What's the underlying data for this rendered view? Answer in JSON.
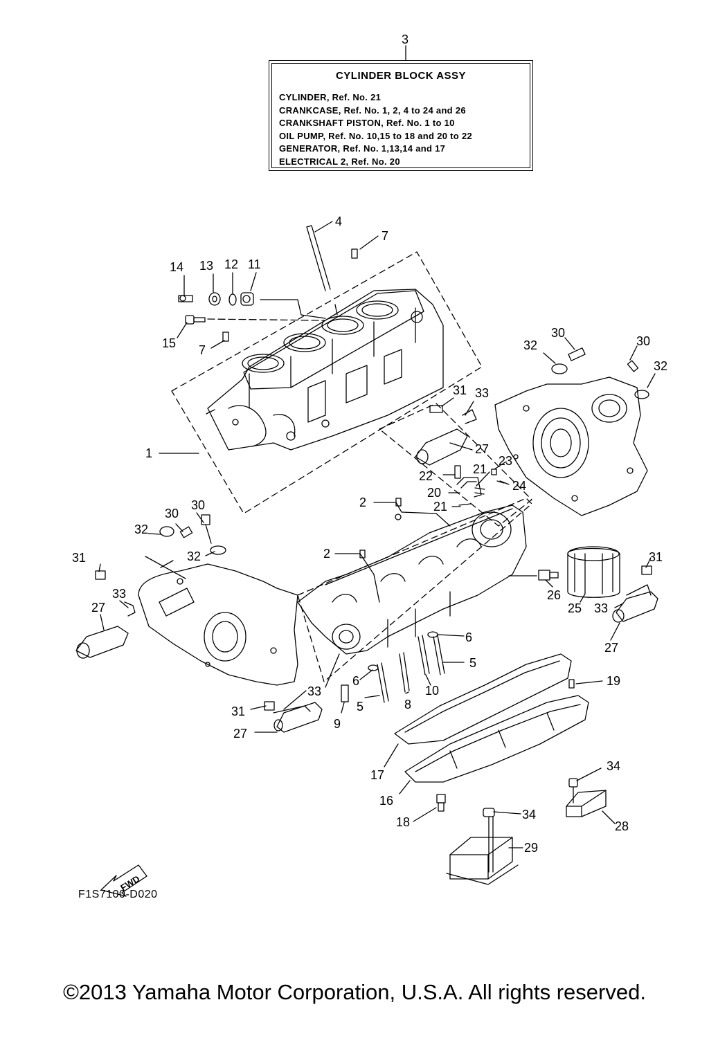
{
  "diagram": {
    "legend": {
      "ref": "3",
      "title": "CYLINDER BLOCK ASSY",
      "lines": [
        "CYLINDER, Ref. No. 21",
        "CRANKCASE, Ref. No. 1, 2, 4 to 24 and 26",
        "CRANKSHAFT PISTON, Ref. No. 1 to 10",
        "OIL PUMP, Ref. No. 10,15 to 18 and 20 to 22",
        "GENERATOR, Ref. No. 1,13,14 and 17",
        "ELECTRICAL 2, Ref. No. 20"
      ]
    },
    "callouts": [
      {
        "id": "c4",
        "text": "4"
      },
      {
        "id": "c7a",
        "text": "7"
      },
      {
        "id": "c14",
        "text": "14"
      },
      {
        "id": "c13",
        "text": "13"
      },
      {
        "id": "c12",
        "text": "12"
      },
      {
        "id": "c11",
        "text": "11"
      },
      {
        "id": "c15",
        "text": "15"
      },
      {
        "id": "c7b",
        "text": "7"
      },
      {
        "id": "c30a",
        "text": "30"
      },
      {
        "id": "c32a",
        "text": "32"
      },
      {
        "id": "c30b",
        "text": "30"
      },
      {
        "id": "c32b",
        "text": "32"
      },
      {
        "id": "c31a",
        "text": "31"
      },
      {
        "id": "c33a",
        "text": "33"
      },
      {
        "id": "c27a",
        "text": "27"
      },
      {
        "id": "c1",
        "text": "1"
      },
      {
        "id": "c22",
        "text": "22"
      },
      {
        "id": "c21a",
        "text": "21"
      },
      {
        "id": "c23",
        "text": "23"
      },
      {
        "id": "c24",
        "text": "24"
      },
      {
        "id": "c20",
        "text": "20"
      },
      {
        "id": "c21b",
        "text": "21"
      },
      {
        "id": "c2a",
        "text": "2"
      },
      {
        "id": "c30c",
        "text": "30"
      },
      {
        "id": "c30d",
        "text": "30"
      },
      {
        "id": "c32c",
        "text": "32"
      },
      {
        "id": "c32d",
        "text": "32"
      },
      {
        "id": "c2b",
        "text": "2"
      },
      {
        "id": "c31b",
        "text": "31"
      },
      {
        "id": "c31c",
        "text": "31"
      },
      {
        "id": "c33b",
        "text": "33"
      },
      {
        "id": "c27b",
        "text": "27"
      },
      {
        "id": "c26",
        "text": "26"
      },
      {
        "id": "c25",
        "text": "25"
      },
      {
        "id": "c33c",
        "text": "33"
      },
      {
        "id": "c27c",
        "text": "27"
      },
      {
        "id": "c6a",
        "text": "6"
      },
      {
        "id": "c5a",
        "text": "5"
      },
      {
        "id": "c6b",
        "text": "6"
      },
      {
        "id": "c33d",
        "text": "33"
      },
      {
        "id": "c10",
        "text": "10"
      },
      {
        "id": "c19",
        "text": "19"
      },
      {
        "id": "c31d",
        "text": "31"
      },
      {
        "id": "c5b",
        "text": "5"
      },
      {
        "id": "c8",
        "text": "8"
      },
      {
        "id": "c9",
        "text": "9"
      },
      {
        "id": "c27d",
        "text": "27"
      },
      {
        "id": "c17",
        "text": "17"
      },
      {
        "id": "c34a",
        "text": "34"
      },
      {
        "id": "c16",
        "text": "16"
      },
      {
        "id": "c34b",
        "text": "34"
      },
      {
        "id": "c18",
        "text": "18"
      },
      {
        "id": "c28",
        "text": "28"
      },
      {
        "id": "c29",
        "text": "29"
      }
    ],
    "fwd_arrow": "FWD",
    "figure_id": "F1S7100-D020"
  },
  "footer": {
    "copyright": "©2013 Yamaha Motor Corporation, U.S.A. All rights reserved."
  }
}
